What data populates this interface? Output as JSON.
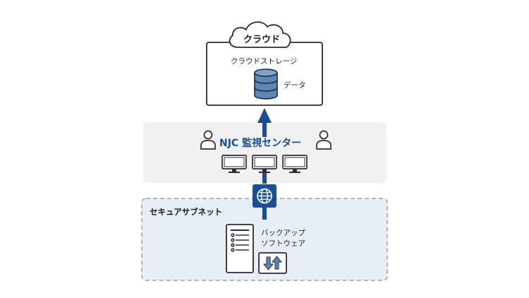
{
  "cloud": {
    "title": "クラウド"
  },
  "storage": {
    "title": "クラウドストレージ",
    "data_label": "データ"
  },
  "monitoring": {
    "title": "NJC 監視センター"
  },
  "subnet": {
    "title": "セキュアサブネット"
  },
  "software": {
    "line1": "バックアップ",
    "line2": "ソフトウェア"
  },
  "colors": {
    "accent": "#1a4f96",
    "monitor_bg": "#f1f1f1",
    "subnet_bg": "#e8eef6",
    "subnet_border": "#9aa0a6",
    "db_fill": "#5b86b8",
    "outline": "#2b2b36"
  }
}
